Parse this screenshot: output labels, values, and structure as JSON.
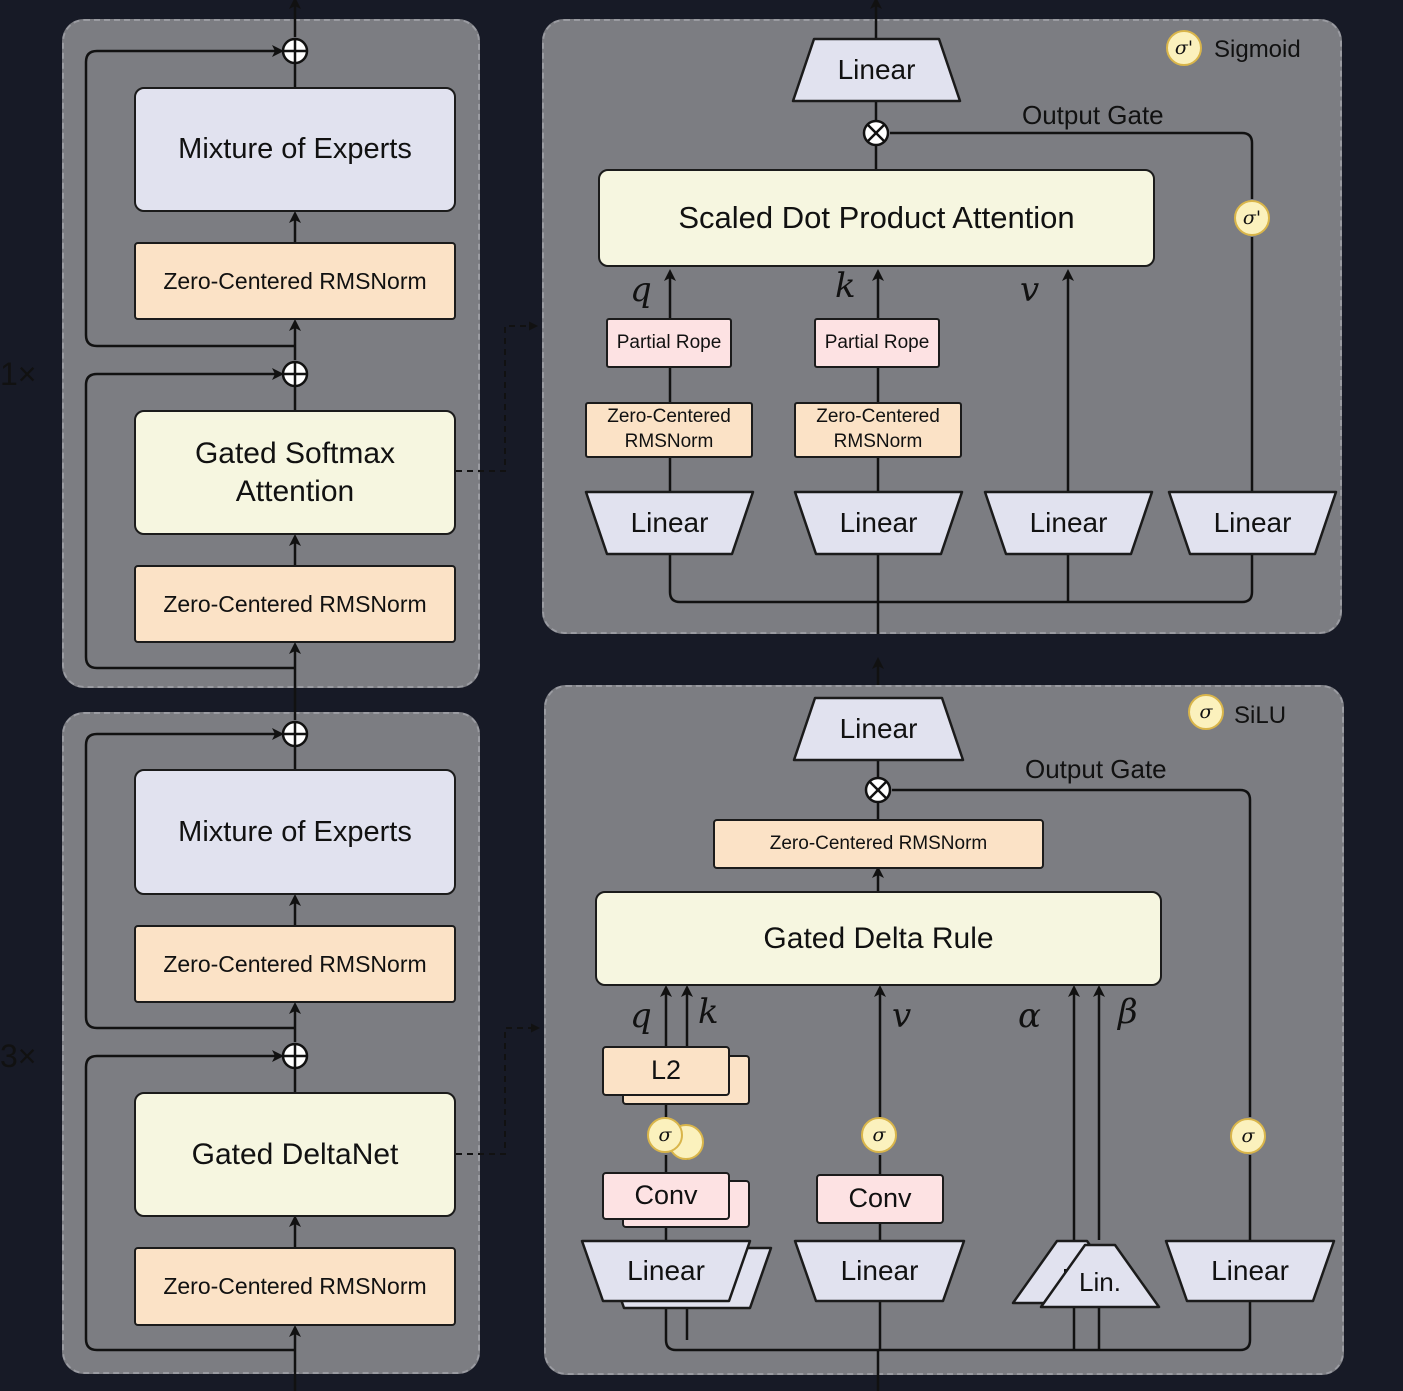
{
  "left_top": {
    "repeat": "1×",
    "moe": "Mixture of Experts",
    "norm_upper": "Zero-Centered RMSNorm",
    "attention": "Gated Softmax\nAttention",
    "norm_lower": "Zero-Centered RMSNorm"
  },
  "left_bottom": {
    "repeat": "3×",
    "moe": "Mixture of Experts",
    "norm_upper": "Zero-Centered RMSNorm",
    "deltanet": "Gated DeltaNet",
    "norm_lower": "Zero-Centered RMSNorm"
  },
  "attn_detail": {
    "legend_symbol": "σ'",
    "legend_label": "Sigmoid",
    "output_linear": "Linear",
    "output_gate": "Output Gate",
    "sdpa": "Scaled Dot Product Attention",
    "gate_sigma": "σ'",
    "q": "q",
    "k": "k",
    "v": "v",
    "rope_q": "Partial Rope",
    "rope_k": "Partial Rope",
    "norm_q": "Zero-Centered\nRMSNorm",
    "norm_k": "Zero-Centered\nRMSNorm",
    "linears": [
      "Linear",
      "Linear",
      "Linear",
      "Linear"
    ]
  },
  "delta_detail": {
    "legend_symbol": "σ",
    "legend_label": "SiLU",
    "output_linear": "Linear",
    "output_gate": "Output Gate",
    "norm": "Zero-Centered RMSNorm",
    "rule": "Gated Delta Rule",
    "q": "q",
    "k": "k",
    "v": "v",
    "alpha": "α",
    "beta": "β",
    "l2": "L2",
    "sigma": "σ",
    "conv_qk": "Conv",
    "conv_v": "Conv",
    "lin_short": "Lin.",
    "lin_hidden": "Li",
    "linears": [
      "Linear",
      "Linear",
      "Linear"
    ]
  }
}
